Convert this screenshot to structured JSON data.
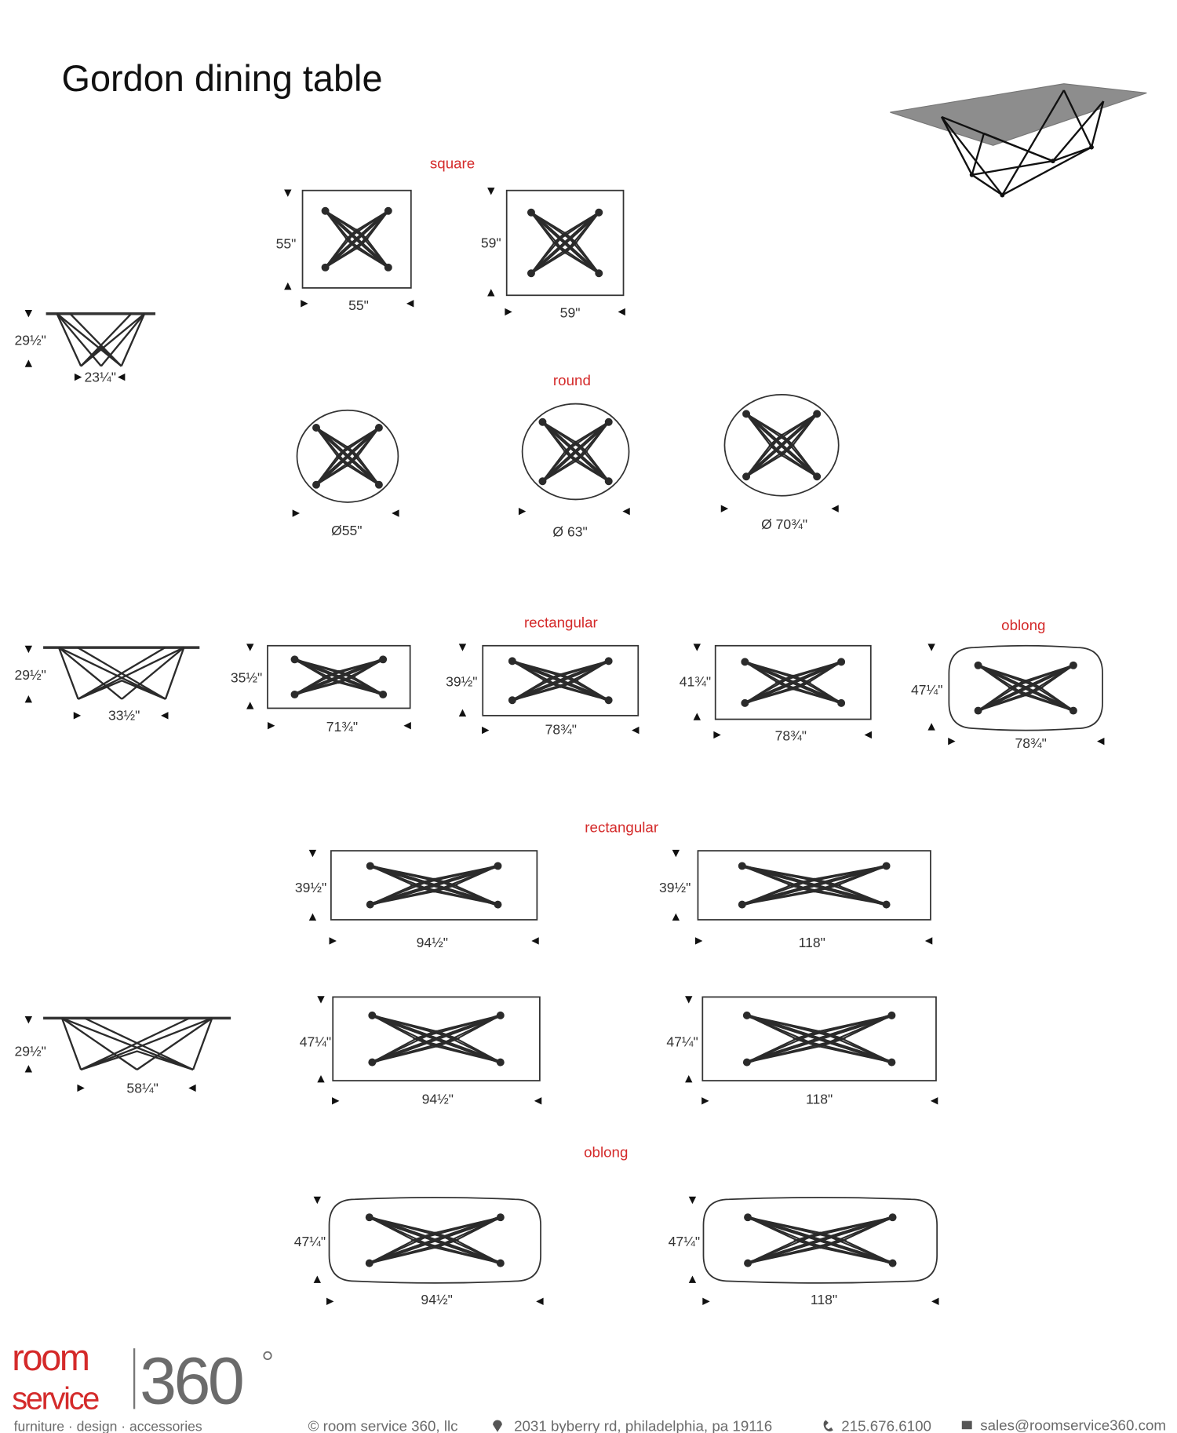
{
  "title": "Gordon dining table",
  "colors": {
    "accent": "#d42a2a",
    "ink": "#333333",
    "gray": "#6b6b6b"
  },
  "sections": {
    "square": "square",
    "round": "round",
    "rectangular_1": "rectangular",
    "oblong_1": "oblong",
    "rectangular_2": "rectangular",
    "oblong_2": "oblong"
  },
  "side_views": [
    {
      "height": "29½\"",
      "width": "23¼\""
    },
    {
      "height": "29½\"",
      "width": "33½\""
    },
    {
      "height": "29½\"",
      "width": "58¼\""
    }
  ],
  "plan_views": [
    {
      "shape": "square",
      "depth": "55\"",
      "width": "55\""
    },
    {
      "shape": "square",
      "depth": "59\"",
      "width": "59\""
    },
    {
      "shape": "round",
      "width": "Ø55\""
    },
    {
      "shape": "round",
      "width": "Ø 63\""
    },
    {
      "shape": "round",
      "width": "Ø 70¾\""
    },
    {
      "shape": "rectangular",
      "depth": "35½\"",
      "width": "71¾\""
    },
    {
      "shape": "rectangular",
      "depth": "39½\"",
      "width": "78¾\""
    },
    {
      "shape": "rectangular",
      "depth": "41¾\"",
      "width": "78¾\""
    },
    {
      "shape": "oblong",
      "depth": "47¼\"",
      "width": "78¾\""
    },
    {
      "shape": "rectangular",
      "depth": "39½\"",
      "width": "94½\""
    },
    {
      "shape": "rectangular",
      "depth": "39½\"",
      "width": "118\""
    },
    {
      "shape": "rectangular",
      "depth": "47¼\"",
      "width": "94½\""
    },
    {
      "shape": "rectangular",
      "depth": "47¼\"",
      "width": "118\""
    },
    {
      "shape": "oblong",
      "depth": "47¼\"",
      "width": "94½\""
    },
    {
      "shape": "oblong",
      "depth": "47¼\"",
      "width": "118\""
    }
  ],
  "footer": {
    "logo_room": "room",
    "logo_service": "service",
    "logo_360": "360",
    "tagline": "furniture  ·  design  ·  accessories",
    "copyright": "© room service 360, llc",
    "address": "2031 byberry rd, philadelphia, pa 19116",
    "phone": "215.676.6100",
    "email": "sales@roomservice360.com",
    "icons": [
      "map-pin-icon",
      "phone-icon",
      "mail-icon"
    ]
  }
}
